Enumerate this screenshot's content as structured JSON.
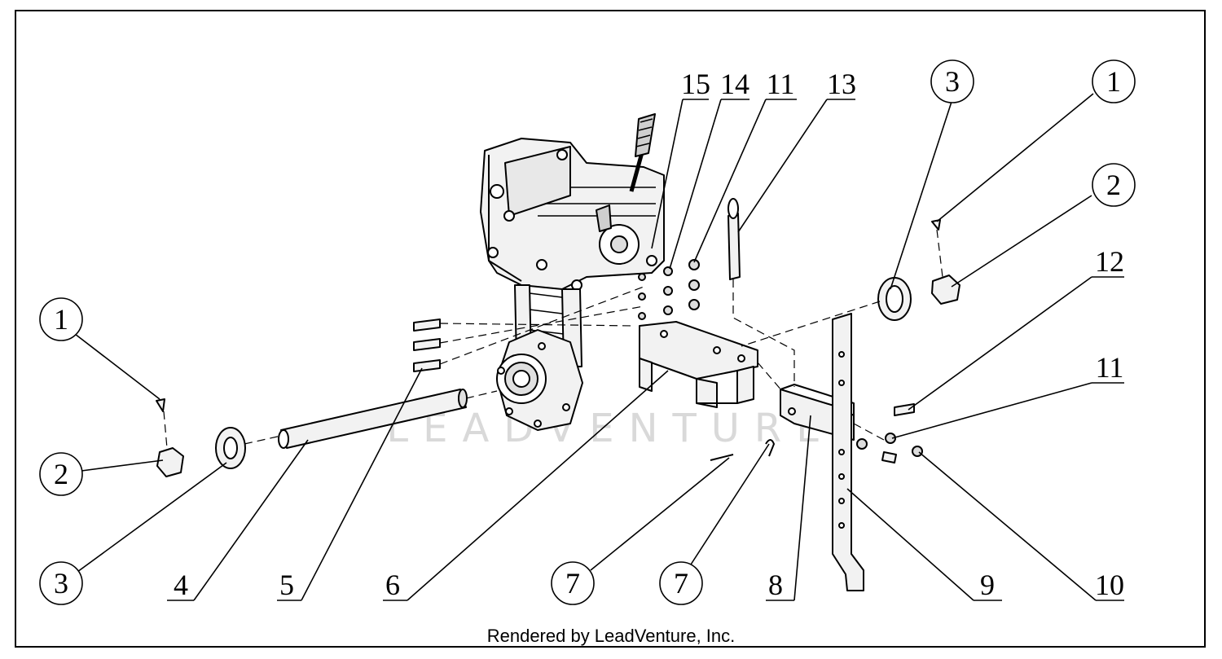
{
  "footer": "Rendered by LeadVenture, Inc.",
  "watermark": "LEADVENTURE",
  "callouts": [
    {
      "label": "1",
      "style": "circle"
    },
    {
      "label": "2",
      "style": "circle"
    },
    {
      "label": "3",
      "style": "circle"
    },
    {
      "label": "4",
      "style": "bar"
    },
    {
      "label": "5",
      "style": "bar"
    },
    {
      "label": "6",
      "style": "bar"
    },
    {
      "label": "7",
      "style": "circle"
    },
    {
      "label": "7",
      "style": "circle"
    },
    {
      "label": "8",
      "style": "bar"
    },
    {
      "label": "9",
      "style": "bar"
    },
    {
      "label": "10",
      "style": "bar"
    },
    {
      "label": "11",
      "style": "bar"
    },
    {
      "label": "12",
      "style": "bar"
    },
    {
      "label": "3",
      "style": "circle"
    },
    {
      "label": "1",
      "style": "circle"
    },
    {
      "label": "2",
      "style": "circle"
    },
    {
      "label": "15",
      "style": "bar"
    },
    {
      "label": "14",
      "style": "bar"
    },
    {
      "label": "11",
      "style": "bar"
    },
    {
      "label": "13",
      "style": "bar"
    }
  ],
  "colors": {
    "line": "#000000",
    "watermark": "#d9d9d9",
    "part_fill": "#f2f2f2"
  }
}
